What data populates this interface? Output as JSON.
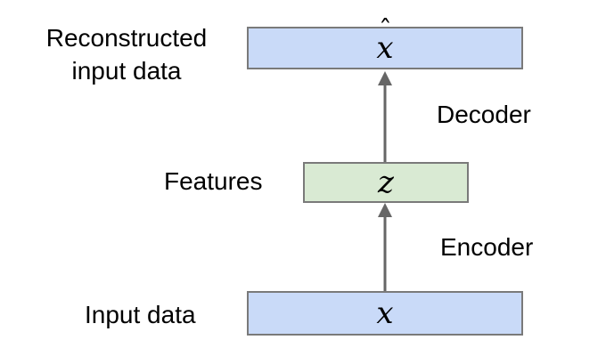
{
  "diagram": {
    "type": "autoencoder-flow",
    "labels": {
      "reconstructed_line1": "Reconstructed",
      "reconstructed_line2": "input data",
      "features": "Features",
      "input": "Input data",
      "decoder": "Decoder",
      "encoder": "Encoder"
    },
    "boxes": {
      "reconstructed_output": {
        "symbol": "x",
        "hat": "ˆ"
      },
      "features": {
        "symbol": "z"
      },
      "input": {
        "symbol": "x"
      }
    },
    "arrows": [
      {
        "name": "encoder",
        "from": "input",
        "to": "features",
        "direction": "up"
      },
      {
        "name": "decoder",
        "from": "features",
        "to": "reconstructed_output",
        "direction": "up"
      }
    ]
  },
  "colors": {
    "box_blue": "#c9daf8",
    "box_green": "#d9ead3",
    "border_gray": "#7a7a7a",
    "arrow_gray": "#666666",
    "text_black": "#000000",
    "bg": "#ffffff"
  }
}
